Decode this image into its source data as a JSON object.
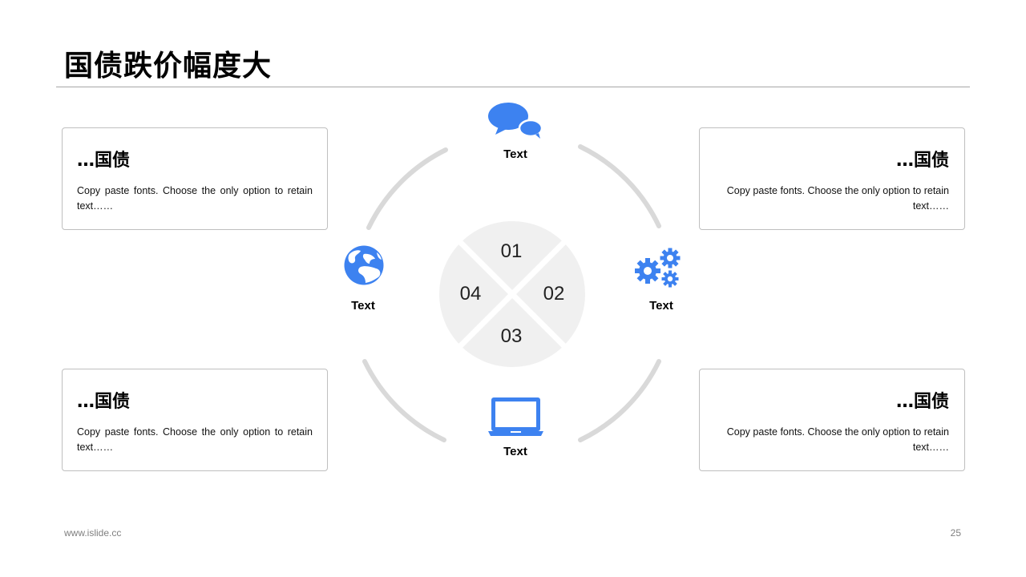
{
  "title": "国债跌价幅度大",
  "cards": [
    {
      "title": "…国债",
      "body": "Copy paste fonts. Choose the only option to retain text……"
    },
    {
      "title": "…国债",
      "body": "Copy paste fonts. Choose the only option to retain text……"
    },
    {
      "title": "…国债",
      "body": "Copy paste fonts. Choose the only option to retain text……"
    },
    {
      "title": "…国债",
      "body": "Copy paste fonts. Choose the only option to retain text……"
    }
  ],
  "cycle": {
    "top": {
      "label": "Text",
      "icon": "chat-bubbles-icon"
    },
    "right": {
      "label": "Text",
      "icon": "gears-icon"
    },
    "bottom": {
      "label": "Text",
      "icon": "laptop-icon"
    },
    "left": {
      "label": "Text",
      "icon": "globe-icon"
    },
    "numbers": [
      "01",
      "02",
      "03",
      "04"
    ]
  },
  "colors": {
    "accent": "#3d82f0",
    "ring": "#d9d9d9",
    "center": "#f0f0f0"
  },
  "footer": {
    "url": "www.islide.cc",
    "page": "25"
  }
}
